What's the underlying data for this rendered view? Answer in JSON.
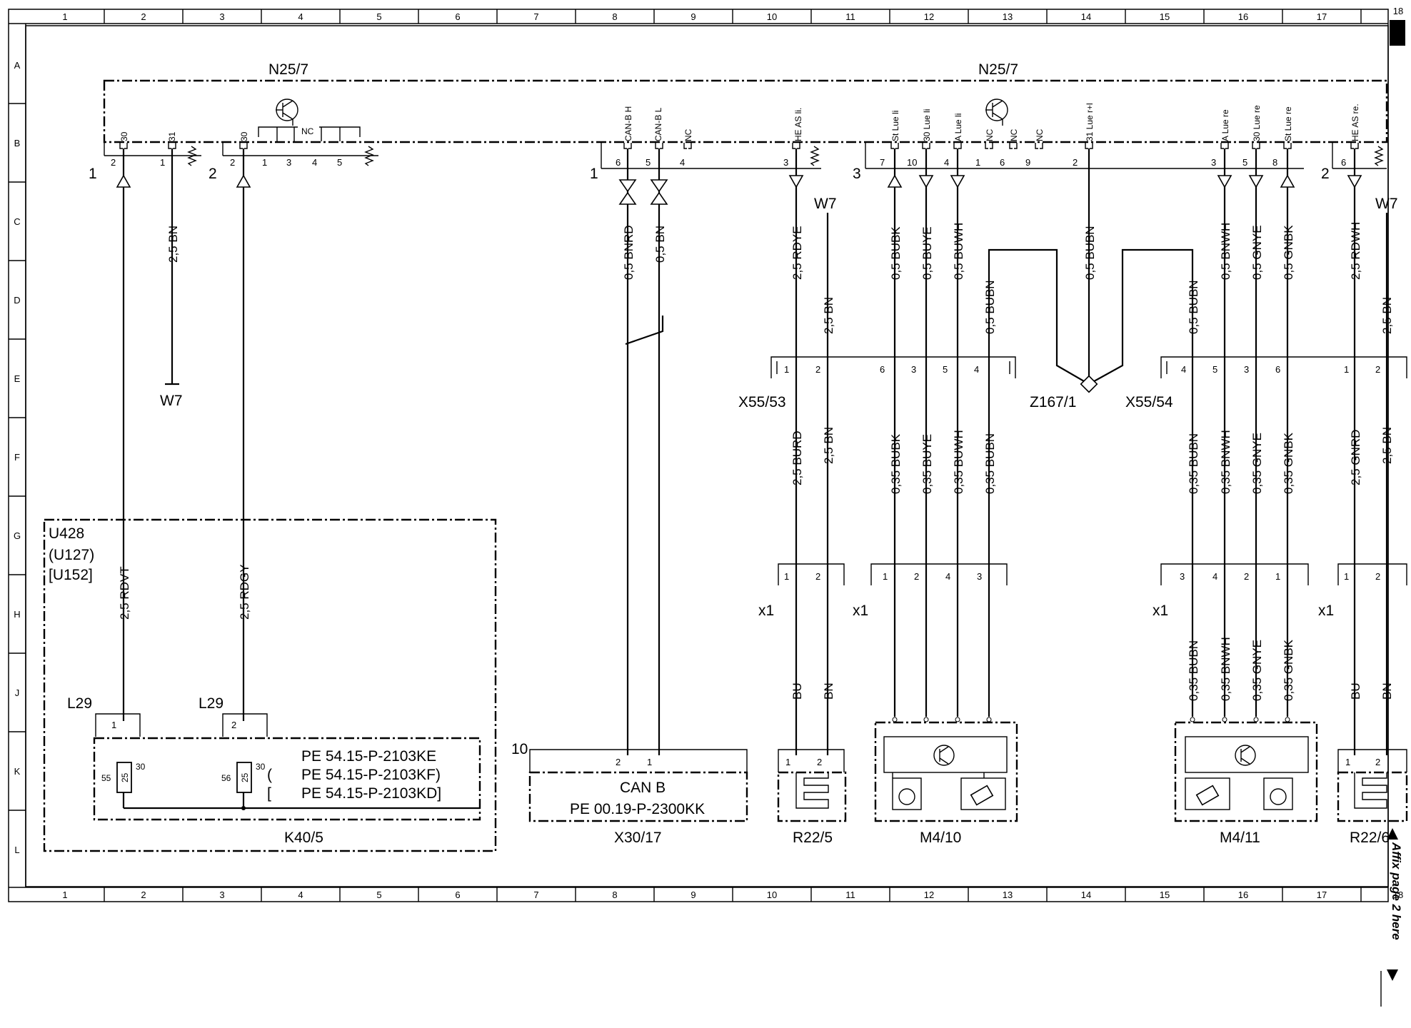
{
  "grid": {
    "columns": [
      "1",
      "2",
      "3",
      "4",
      "5",
      "6",
      "7",
      "8",
      "9",
      "10",
      "11",
      "12",
      "13",
      "14",
      "15",
      "16",
      "17",
      "18"
    ],
    "rows": [
      "A",
      "B",
      "C",
      "D",
      "E",
      "F",
      "G",
      "H",
      "J",
      "K",
      "L"
    ]
  },
  "components": {
    "n25_left": "N25/7",
    "n25_right": "N25/7",
    "u428": "U428",
    "u127": "(U127)",
    "u152": "[U152]",
    "k40": "K40/5",
    "x30": "X30/17",
    "r22_5": "R22/5",
    "m4_10": "M4/10",
    "m4_11": "M4/11",
    "r22_6": "R22/6",
    "x55_53": "X55/53",
    "z167": "Z167/1",
    "x55_54": "X55/54",
    "w7_a": "W7",
    "w7_b": "W7",
    "w7_c": "W7",
    "l29_a": "L29",
    "l29_b": "L29",
    "x1_a": "x1",
    "x1_b": "x1",
    "x1_c": "x1",
    "x1_d": "x1",
    "can_b": "CAN B",
    "pe_can": "PE 00.19-P-2300KK",
    "pe_k40_1": "PE 54.15-P-2103KE",
    "pe_k40_2": "PE 54.15-P-2103KF)",
    "pe_k40_3": "PE 54.15-P-2103KD]",
    "paren_open": "(",
    "bracket_open": "[",
    "num_10": "10"
  },
  "connector_numbers": {
    "c1a": "1",
    "c2a": "2",
    "c1b": "1",
    "c3": "3",
    "c2b": "2"
  },
  "pin_labels": {
    "p30a": "30",
    "p31": "31",
    "p30b": "30",
    "nc1": "NC",
    "canh": "CAN-B H",
    "canl": "CAN-B L",
    "nc2": "NC",
    "heasli": "HE AS li.",
    "stlueli": "St Lue li",
    "x30lueli": "30 Lue li",
    "alueli": "A Lue li",
    "nc3": "NC",
    "nc4": "NC",
    "nc5": "NC",
    "x31luerl": "31 Lue r+l",
    "aluere": "A Lue re",
    "x30luere": "30 Lue re",
    "stluere": "St Lue re",
    "heasre": "HE AS re."
  },
  "pin_numbers": {
    "a2": "2",
    "a1": "1",
    "b2": "2",
    "b1": "1",
    "b3": "3",
    "b4": "4",
    "b5": "5",
    "c6": "6",
    "c5": "5",
    "c4": "4",
    "c3": "3",
    "d7": "7",
    "d10": "10",
    "d4": "4",
    "d1": "1",
    "d6": "6",
    "d9": "9",
    "d2": "2",
    "d3": "3",
    "d5": "5",
    "d8": "8",
    "e6": "6",
    "x53_1": "1",
    "x53_2": "2",
    "x53_6": "6",
    "x53_3": "3",
    "x53_5": "5",
    "x53_4": "4",
    "x54_4": "4",
    "x54_5": "5",
    "x54_3": "3",
    "x54_6": "6",
    "x54_1": "1",
    "x54_2": "2",
    "h1": "1",
    "h2": "2",
    "h3": "1",
    "h4": "2",
    "h5": "4",
    "h6": "3",
    "h7": "3",
    "h8": "4",
    "h9": "2",
    "h10": "1",
    "h11": "1",
    "h12": "2",
    "l29a": "1",
    "l29b": "2",
    "x30_2": "2",
    "x30_1": "1",
    "r5_1": "1",
    "r5_2": "2",
    "r6_1": "1",
    "r6_2": "2",
    "relay_30a": "30",
    "relay_55": "55",
    "relay_25a": "25",
    "relay_30b": "30",
    "relay_56": "56",
    "relay_25b": "25"
  },
  "wires": {
    "w_25bn_a": "2,5 BN",
    "w_25rdvt": "2,5 RDVT",
    "w_25rdgy": "2,5 RDGY",
    "w_05bnrd": "0,5 BNRD",
    "w_05bn": "0,5 BN",
    "w_25rdye": "2,5 RDYE",
    "w_25bn_b": "2,5 BN",
    "w_05bubk": "0,5 BUBK",
    "w_05buye": "0,5 BUYE",
    "w_05buwh": "0,5 BUWH",
    "w_05bubn_l": "0,5 BUBN",
    "w_05bubn_c": "0,5 BUBN",
    "w_05bubn_r": "0,5 BUBN",
    "w_05bnwh": "0,5 BNWH",
    "w_05gnye": "0,5 GNYE",
    "w_05gnbk": "0,5 GNBK",
    "w_25rdwh": "2,5 RDWH",
    "w_25bn_c": "2,5 BN",
    "w_25burd": "2,5 BURD",
    "w_25bn_d": "2,5 BN",
    "w_035bubk": "0,35 BUBK",
    "w_035buye": "0,35 BUYE",
    "w_035buwh": "0,35 BUWH",
    "w_035bubn_a": "0,35 BUBN",
    "w_035bubn_b": "0,35 BUBN",
    "w_035bnwh_a": "0,35 BNWH",
    "w_035gnye_a": "0,35 GNYE",
    "w_035gnbk_a": "0,35 GNBK",
    "w_25gnrd": "2,5 GNRD",
    "w_25bn_e": "2,5 BN",
    "w_035bubn_c": "0,35 BUBN",
    "w_035bnwh_b": "0,35 BNWH",
    "w_035gnye_b": "0,35 GNYE",
    "w_035gnbk_b": "0,35 GNBK",
    "w_bu_a": "BU",
    "w_bn_a": "BN",
    "w_bu_b": "BU",
    "w_bn_b": "BN"
  },
  "side_note": "Affix page 2 here"
}
